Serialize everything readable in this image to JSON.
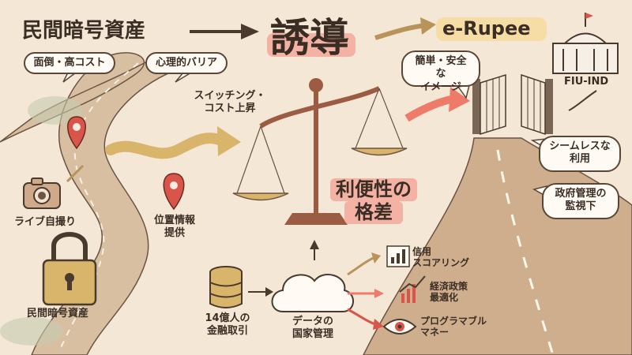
{
  "header": {
    "left_title": "民間暗号資産",
    "center_title": "誘導",
    "right_title": "e-Rupee"
  },
  "left": {
    "bubble_cost": "面倒・高コスト",
    "bubble_barrier": "心理的バリア",
    "switching_cost_line1": "スイッチング・",
    "switching_cost_line2": "コスト上昇",
    "live_selfie": "ライブ自撮り",
    "location_line1": "位置情報",
    "location_line2": "提供",
    "lock_label": "民間暗号資産"
  },
  "center": {
    "gap_line1": "利便性の",
    "gap_line2": "格差",
    "data_source_line1": "14億人の",
    "data_source_line2": "金融取引",
    "data_mgmt_line1": "データの",
    "data_mgmt_line2": "国家管理",
    "out1_line1": "信用",
    "out1_line2": "スコアリング",
    "out2_line1": "経済政策",
    "out2_line2": "最適化",
    "out3_line1": "プログラマブル",
    "out3_line2": "マネー"
  },
  "right": {
    "bubble_safe_line1": "簡単・安全な",
    "bubble_safe_line2": "イメージ",
    "fiu_label": "FIU-IND",
    "bubble_seamless_line1": "シームレスな",
    "bubble_seamless_line2": "利用",
    "bubble_surveillance_line1": "政府管理の",
    "bubble_surveillance_line2": "監視下"
  },
  "colors": {
    "background": "#f4e7d6",
    "ink": "#3a2d23",
    "accent_red": "#d9554a",
    "accent_pink": "#f3b2a4",
    "gold": "#d9b56b",
    "road": "#cfae8e"
  }
}
